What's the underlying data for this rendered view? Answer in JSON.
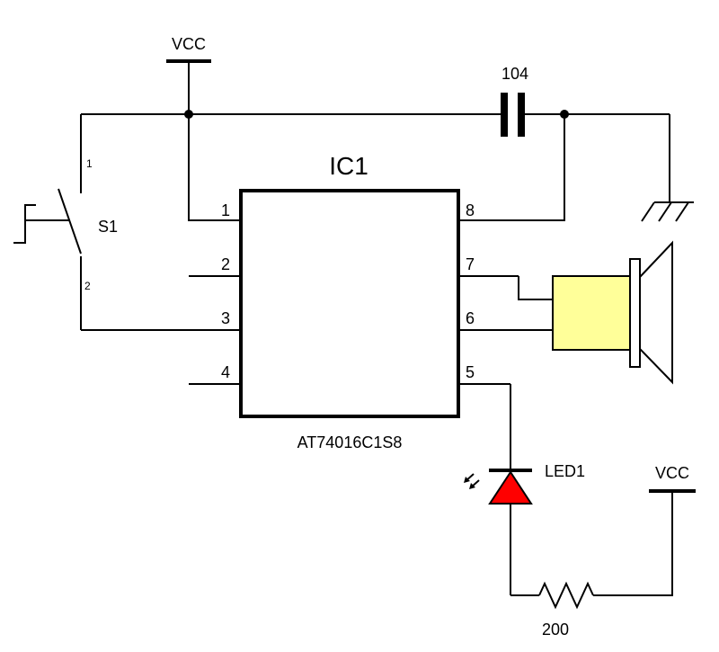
{
  "components": {
    "ic": {
      "ref": "IC1",
      "part_number": "AT74016C1S8",
      "pins": [
        "1",
        "2",
        "3",
        "4",
        "5",
        "6",
        "7",
        "8"
      ]
    },
    "switch": {
      "ref": "S1",
      "pin_a": "1",
      "pin_b": "2"
    },
    "capacitor": {
      "value": "104"
    },
    "led": {
      "ref": "LED1"
    },
    "resistor": {
      "value": "200"
    },
    "power": {
      "vcc_top": "VCC",
      "vcc_bottom": "VCC"
    }
  },
  "colors": {
    "wire": "#000000",
    "speaker_body": "#ffff99",
    "led_fill": "#ff0000",
    "background": "#ffffff"
  }
}
